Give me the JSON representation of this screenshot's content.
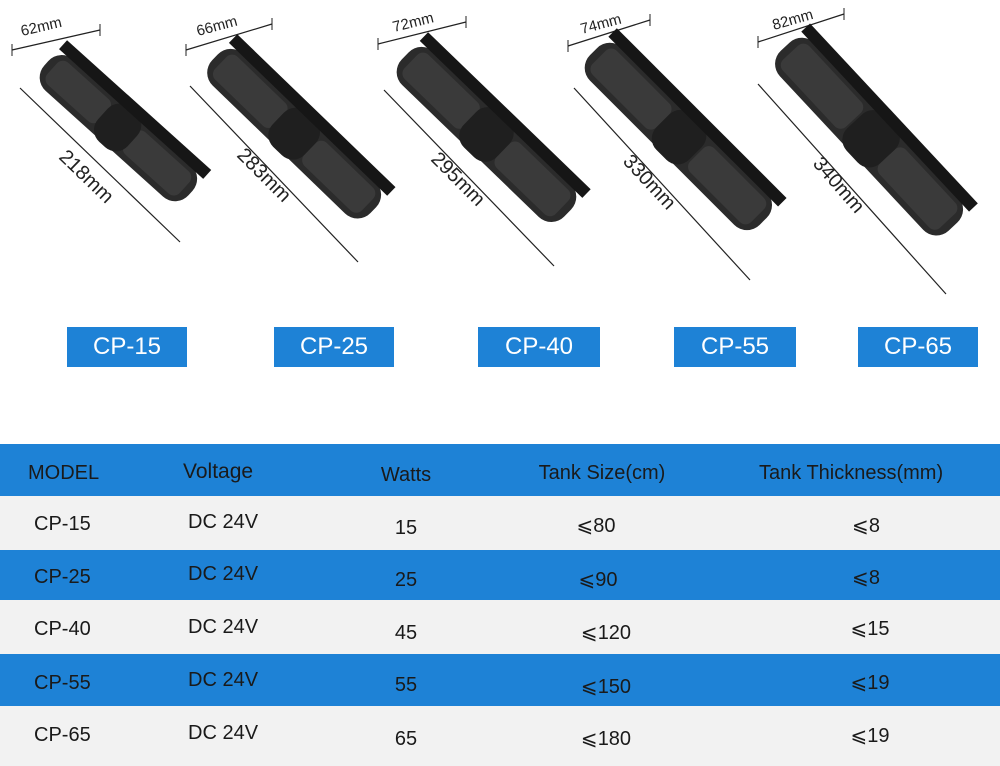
{
  "products": [
    {
      "model": "CP-15",
      "width_label": "62mm",
      "length_label": "218mm"
    },
    {
      "model": "CP-25",
      "width_label": "66mm",
      "length_label": "283mm"
    },
    {
      "model": "CP-40",
      "width_label": "72mm",
      "length_label": "295mm"
    },
    {
      "model": "CP-55",
      "width_label": "74mm",
      "length_label": "330mm"
    },
    {
      "model": "CP-65",
      "width_label": "82mm",
      "length_label": "340mm"
    }
  ],
  "table": {
    "headers": [
      "MODEL",
      "Voltage",
      "Watts",
      "Tank Size(cm)",
      "Tank Thickness(mm)"
    ],
    "rows": [
      [
        "CP-15",
        "DC 24V",
        "15",
        "⩽80",
        "⩽8"
      ],
      [
        "CP-25",
        "DC 24V",
        "25",
        "⩽90",
        "⩽8"
      ],
      [
        "CP-40",
        "DC 24V",
        "45",
        "⩽120",
        "⩽15"
      ],
      [
        "CP-55",
        "DC 24V",
        "55",
        "⩽150",
        "⩽19"
      ],
      [
        "CP-65",
        "DC 24V",
        "65",
        "⩽180",
        "⩽19"
      ]
    ]
  },
  "colors": {
    "accent": "#1e82d6",
    "band_light": "#f2f2f2",
    "pump_body": "#2a2a2a"
  },
  "icons": {
    "pump": "cross-flow-pump-icon"
  }
}
